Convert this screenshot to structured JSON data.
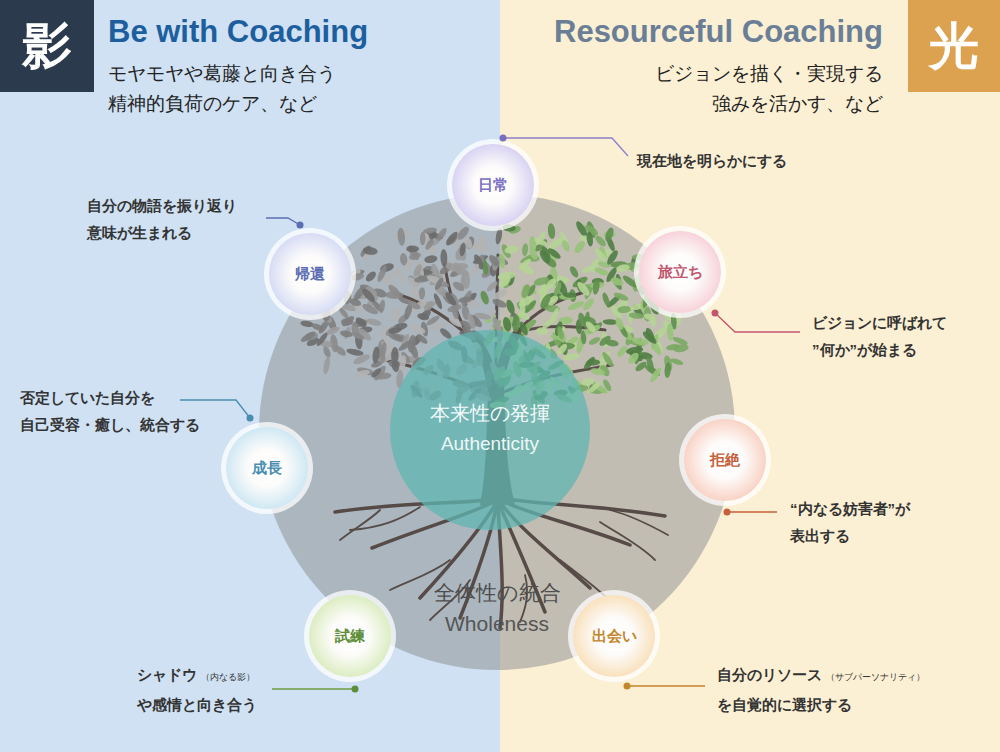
{
  "diagram": {
    "nodes": [
      {
        "text": [
          "Be with Coaching",
          "モヤモヤや葛藤と向き合う 精神的負荷のケア、など"
        ]
      },
      {
        "text": [
          "影"
        ],
        "in": 0
      },
      {
        "text": [
          "Resourceful Coaching",
          "ビジョンを描く・実現する 強みを活かす、など"
        ]
      },
      {
        "text": [
          "光"
        ],
        "in": 2
      },
      {
        "text": [
          "日常"
        ]
      },
      {
        "text": [
          "帰還"
        ],
        "in": 0
      },
      {
        "text": [
          "旅立ち"
        ],
        "in": 2
      },
      {
        "text": [
          "全体性の統合",
          "Wholeness"
        ]
      },
      {
        "text": [
          "本来性の発揮",
          "Authenticity"
        ],
        "in": 7
      },
      {
        "text": [
          "成長"
        ],
        "in": 0
      },
      {
        "text": [
          "拒絶"
        ],
        "in": 2
      },
      {
        "text": [
          "試練"
        ],
        "in": 0
      },
      {
        "text": [
          "出会い"
        ],
        "in": 2
      }
    ],
    "labels": [
      "現在地を明らかにする",
      "自分の物語を振り返り 意味が生まれる",
      "ビジョンに呼ばれて ”何か”が始まる",
      "否定していた自分を 自己受容・癒し、統合する",
      "“内なる妨害者”が 表出する",
      "シャドウ",
      "（内なる影）",
      "や感情と向き合う",
      "自分のリソース",
      "（サブパーソナリティ）",
      "を自覚的に選択する"
    ]
  }
}
